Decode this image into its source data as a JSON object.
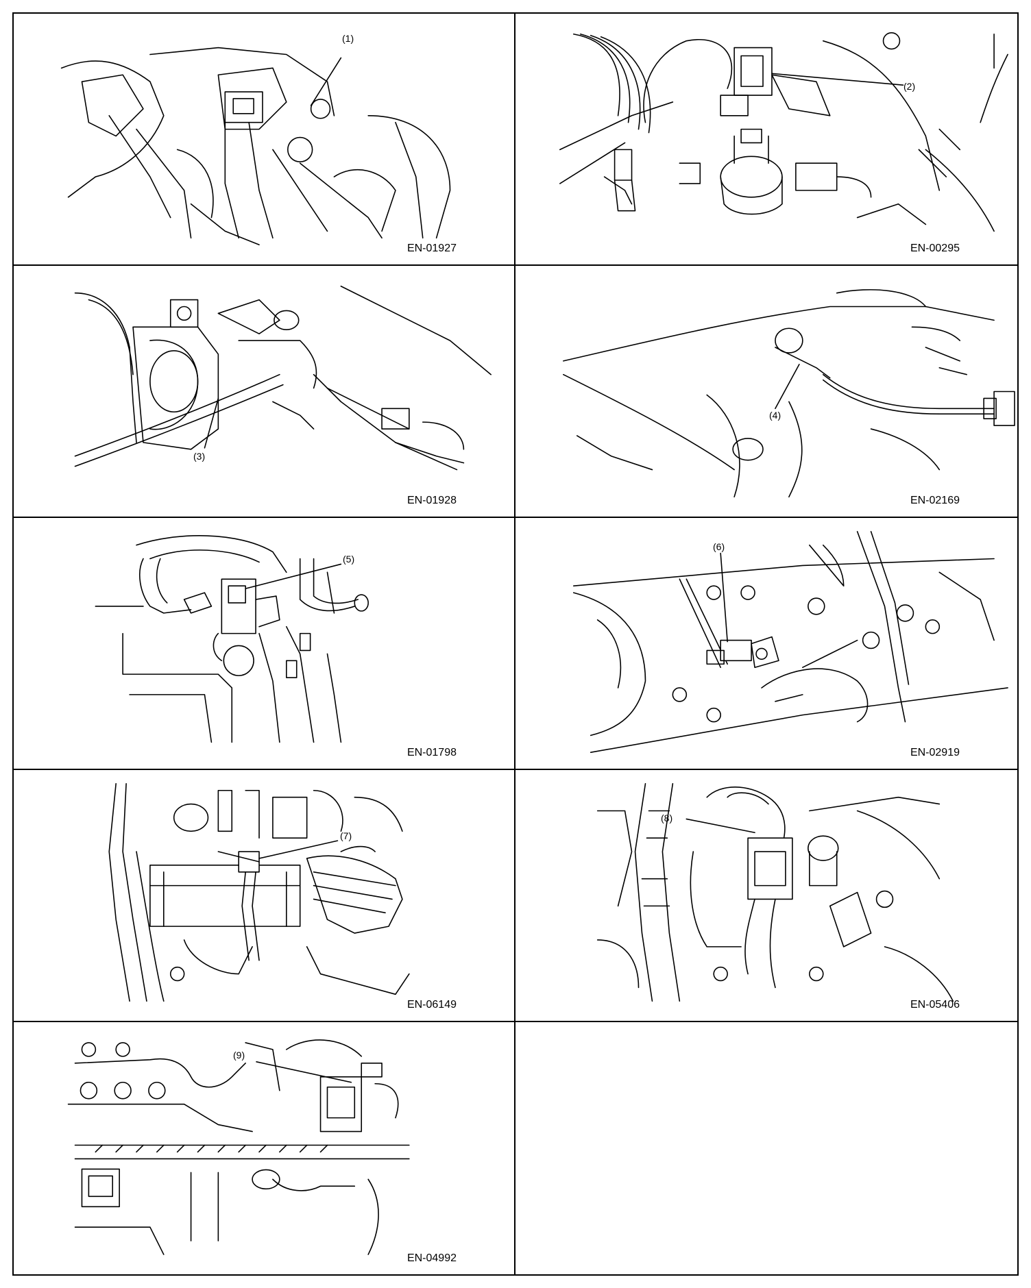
{
  "panels": [
    {
      "callout": "(1)",
      "figure_code": "EN-01927"
    },
    {
      "callout": "(2)",
      "figure_code": "EN-00295"
    },
    {
      "callout": "(3)",
      "figure_code": "EN-01928"
    },
    {
      "callout": "(4)",
      "figure_code": "EN-02169"
    },
    {
      "callout": "(5)",
      "figure_code": "EN-01798"
    },
    {
      "callout": "(6)",
      "figure_code": "EN-02919"
    },
    {
      "callout": "(7)",
      "figure_code": "EN-06149"
    },
    {
      "callout": "(8)",
      "figure_code": "EN-05406"
    },
    {
      "callout": "(9)",
      "figure_code": "EN-04992"
    },
    {
      "callout": "",
      "figure_code": ""
    }
  ]
}
